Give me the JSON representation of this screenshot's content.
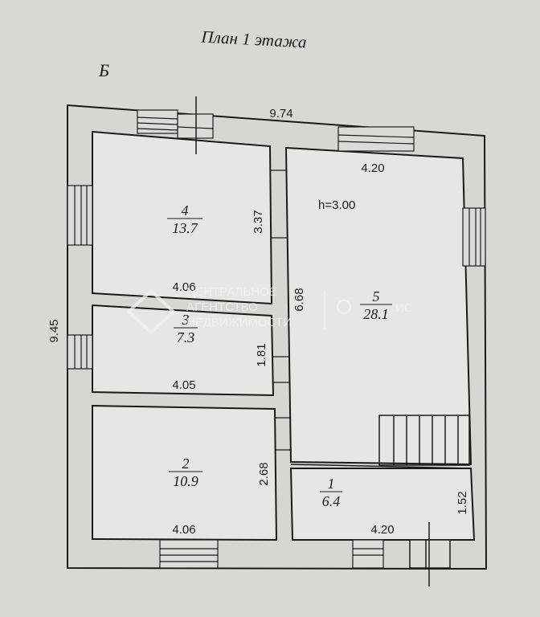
{
  "plan": {
    "title": "План 1 этажа",
    "section_mark": "Б",
    "ceiling_height": "h=3.00",
    "watermark": {
      "line1": "ЦЕНТРАЛЬНОЕ",
      "line2": "АГЕНТСТВО",
      "line3": "НЕДВИЖИМОСТИ",
      "brand": "ИС"
    }
  },
  "dimensions": {
    "overall_width": "9.74",
    "overall_height": "9.45",
    "room5_width_top": "4.20",
    "room5_length": "6.68",
    "room4_width": "4.06",
    "room4_depth": "3.37",
    "room3_width": "4.05",
    "room3_depth": "1.81",
    "room2_width": "4.06",
    "room2_depth": "2.68",
    "room1_width": "4.20",
    "room1_depth": "1.52"
  },
  "rooms": [
    {
      "number": "1",
      "area": "6.4"
    },
    {
      "number": "2",
      "area": "10.9"
    },
    {
      "number": "3",
      "area": "7.3"
    },
    {
      "number": "4",
      "area": "13.7"
    },
    {
      "number": "5",
      "area": "28.1"
    }
  ],
  "colors": {
    "paper": "#d9d9d4",
    "wall": "#1a1a1a",
    "room_fill": "#e6e6e2",
    "watermark": "#f2f2f0"
  }
}
